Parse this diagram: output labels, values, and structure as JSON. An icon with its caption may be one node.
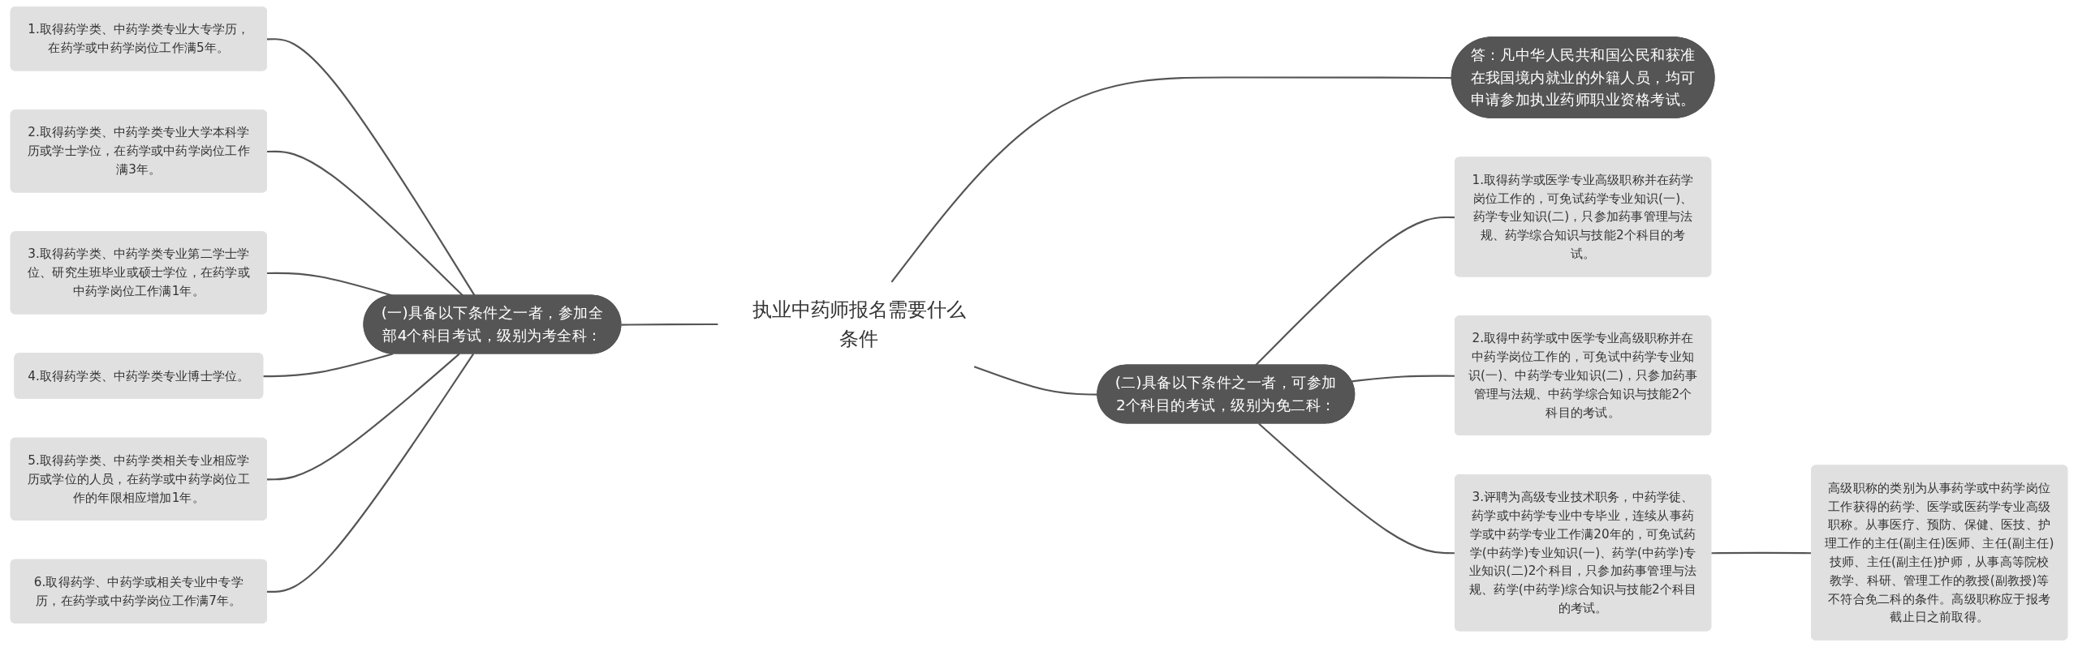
{
  "diagram": {
    "nodes": [
      {
        "text": [
          "执业中药师报名需要什么条件"
        ]
      },
      {
        "text": [
          "(一)具备以下条件之一者，参加全部4个科目考试，级别为考全科："
        ]
      },
      {
        "text": [
          "1.取得药学类、中药学类专业大专学历，在药学或中药学岗位工作满5年。"
        ]
      },
      {
        "text": [
          "2.取得药学类、中药学类专业大学本科学历或学士学位，在药学或中药学岗位工作满3年。"
        ]
      },
      {
        "text": [
          "3.取得药学类、中药学类专业第二学士学位、研究生班毕业或硕士学位，在药学或中药学岗位工作满1年。"
        ]
      },
      {
        "text": [
          "4.取得药学类、中药学类专业博士学位。"
        ]
      },
      {
        "text": [
          "5.取得药学类、中药学类相关专业相应学历或学位的人员，在药学或中药学岗位工作的年限相应增加1年。"
        ]
      },
      {
        "text": [
          "6.取得药学、中药学或相关专业中专学历，在药学或中药学岗位工作满7年。"
        ]
      },
      {
        "text": [
          "答：凡中华人民共和国公民和获准在我国境内就业的外籍人员，均可申请参加执业药师职业资格考试。"
        ]
      },
      {
        "text": [
          "(二)具备以下条件之一者，可参加2个科目的考试，级别为免二科："
        ]
      },
      {
        "text": [
          "1.取得药学或医学专业高级职称并在药学岗位工作的，可免试药学专业知识(一)、药学专业知识(二)，只参加药事管理与法规、药学综合知识与技能2个科目的考试。"
        ]
      },
      {
        "text": [
          "2.取得中药学或中医学专业高级职称并在中药学岗位工作的，可免试中药学专业知识(一)、中药学专业知识(二)，只参加药事管理与法规、中药学综合知识与技能2个科目的考试。"
        ]
      },
      {
        "text": [
          "3.评聘为高级专业技术职务，中药学徒、药学或中药学专业中专毕业，连续从事药学或中药学专业工作满20年的，可免试药学(中药学)专业知识(一)、药学(中药学)专业知识(二)2个科目，只参加药事管理与法规、药学(中药学)综合知识与技能2个科目的考试。"
        ]
      },
      {
        "text": [
          "高级职称的类别为从事药学或中药学岗位工作获得的药学、医学或医药学专业高级职称。从事医疗、预防、保健、医技、护理工作的主任(副主任)医师、主任(副主任)技师、主任(副主任)护师，从事高等院校教学、科研、管理工作的教授(副教授)等不符合免二科的条件。高级职称应于报考截止日之前取得。"
        ]
      }
    ],
    "edges": [
      {
        "from": 1,
        "to": 0,
        "arrow": "none"
      },
      {
        "from": 2,
        "to": 1,
        "arrow": "none"
      },
      {
        "from": 3,
        "to": 1,
        "arrow": "none"
      },
      {
        "from": 4,
        "to": 1,
        "arrow": "none"
      },
      {
        "from": 5,
        "to": 1,
        "arrow": "none"
      },
      {
        "from": 6,
        "to": 1,
        "arrow": "none"
      },
      {
        "from": 7,
        "to": 1,
        "arrow": "none"
      },
      {
        "from": 0,
        "to": 8,
        "arrow": "none"
      },
      {
        "from": 0,
        "to": 9,
        "arrow": "none"
      },
      {
        "from": 9,
        "to": 10,
        "arrow": "none"
      },
      {
        "from": 9,
        "to": 11,
        "arrow": "none"
      },
      {
        "from": 9,
        "to": 12,
        "arrow": "none"
      },
      {
        "from": 12,
        "to": 13,
        "arrow": "none"
      }
    ]
  }
}
